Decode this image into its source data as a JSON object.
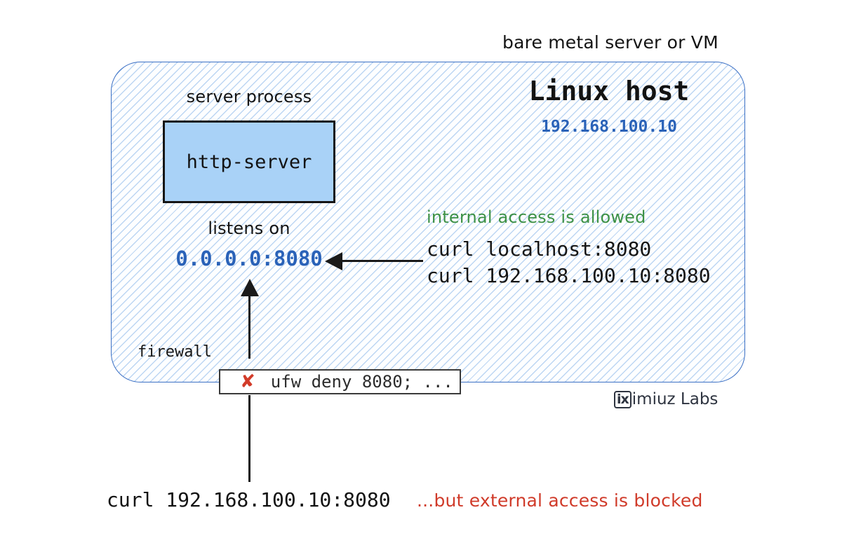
{
  "diagram": {
    "outside_top_label": "bare metal server or VM",
    "host": {
      "title": "Linux host",
      "ip": "192.168.100.10",
      "server_process": {
        "label": "server process",
        "name": "http-server"
      },
      "listen": {
        "label": "listens on",
        "address": "0.0.0.0:8080"
      },
      "internal_access": {
        "note": "internal access is allowed",
        "commands": [
          "curl localhost:8080",
          "curl 192.168.100.10:8080"
        ]
      },
      "firewall": {
        "label": "firewall",
        "x_mark": "✘",
        "rule": "ufw deny 8080; ..."
      }
    },
    "external_access": {
      "command": "curl 192.168.100.10:8080",
      "note": "...but external access is blocked"
    },
    "branding": {
      "boxed": "ix",
      "rest": "imiuz Labs"
    },
    "colors": {
      "host_border_blue": "#3a6fc4",
      "hatch_blue": "#bcd6f0",
      "process_box_fill": "#a9d2f7",
      "address_blue": "#2a62b8",
      "allowed_green": "#3d9146",
      "blocked_red": "#d03b2a",
      "arrow_black": "#1a1a1a"
    }
  }
}
